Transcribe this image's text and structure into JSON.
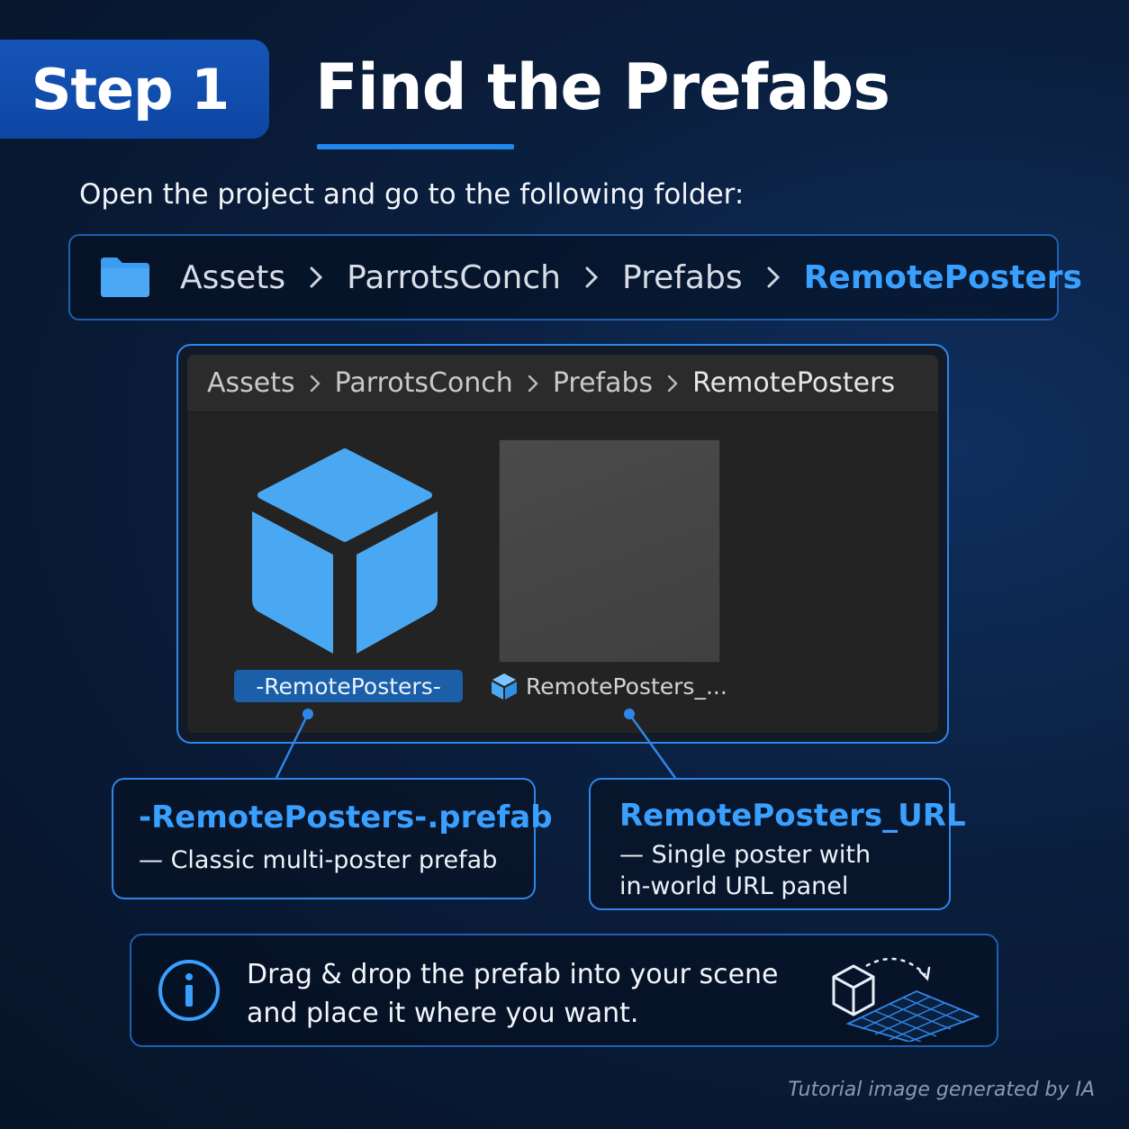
{
  "header": {
    "step_label": "Step 1",
    "title": "Find the Prefabs"
  },
  "intro_text": "Open the project and go to the following folder:",
  "path": {
    "icon": "folder-icon",
    "segments": [
      "Assets",
      "ParrotsConch",
      "Prefabs",
      "RemotePosters"
    ],
    "separator_icon": "chevron-right-icon"
  },
  "explorer": {
    "breadcrumb": [
      "Assets",
      "ParrotsConch",
      "Prefabs",
      "RemotePosters"
    ],
    "items": [
      {
        "label": "-RemotePosters-",
        "icon": "prefab-cube-icon",
        "selected": true
      },
      {
        "label": "RemotePosters_...",
        "icon": "prefab-cube-icon",
        "selected": false
      }
    ]
  },
  "callouts": [
    {
      "title": "-RemotePosters-.prefab",
      "desc_lines": [
        "— Classic multi-poster prefab"
      ]
    },
    {
      "title": "RemotePosters_URL",
      "desc_lines": [
        "— Single poster with",
        "in-world URL panel"
      ]
    }
  ],
  "info": {
    "icon": "info-icon",
    "lines": [
      "Drag & drop the prefab into your scene",
      "and place it where you want."
    ],
    "illustration": "drag-drop-cube-grid-icon"
  },
  "footer": "Tutorial image generated by IA",
  "colors": {
    "accent": "#3aa0ff",
    "badge": "#1555b8",
    "border": "#2e86e8",
    "cube": "#4aa8f2",
    "selection": "#1a5fa8"
  }
}
